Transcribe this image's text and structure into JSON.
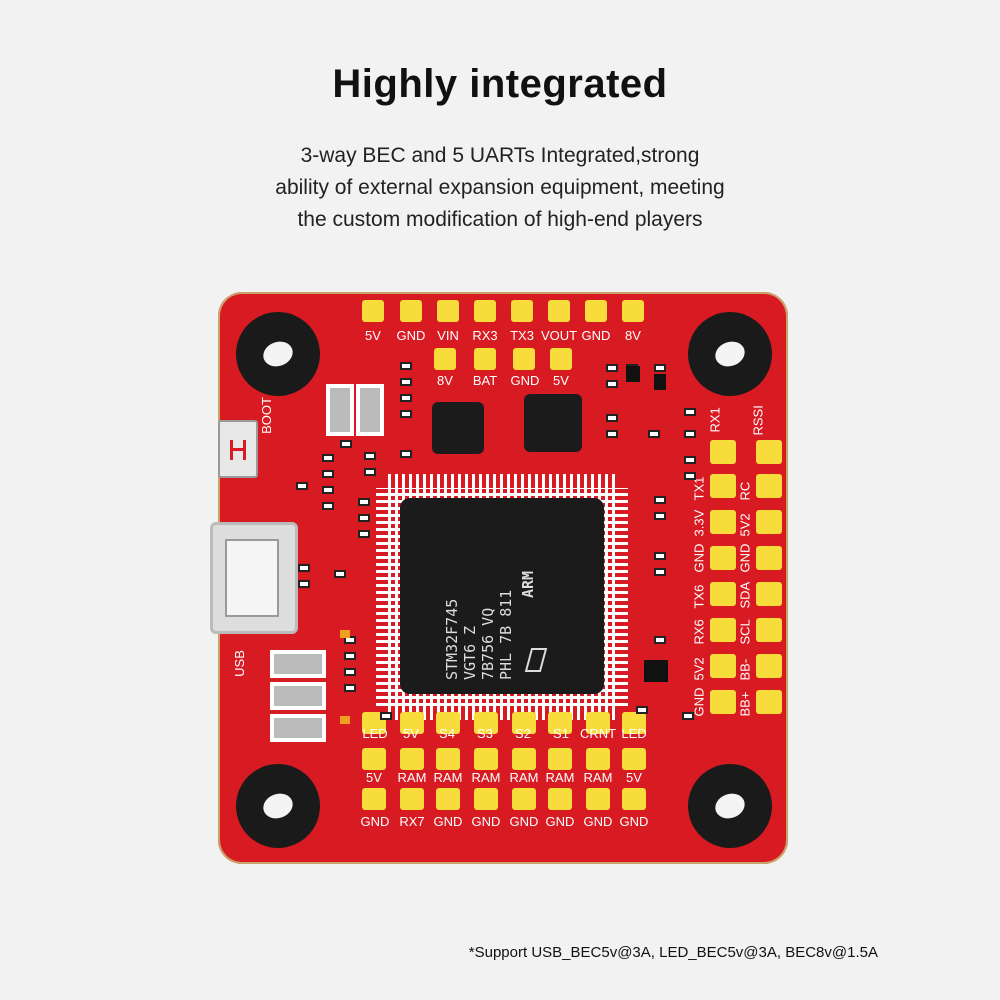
{
  "heading": "Highly integrated",
  "subtitle_lines": [
    "3-way BEC and 5 UARTs Integrated,strong",
    "ability of external expansion equipment, meeting",
    "the custom modification of high-end players"
  ],
  "footnote": "*Support USB_BEC5v@3A, LED_BEC5v@3A, BEC8v@1.5A",
  "board": {
    "top_pads": [
      "5V",
      "GND",
      "VIN",
      "RX3",
      "TX3",
      "VOUT",
      "GND",
      "8V"
    ],
    "second_pads": [
      "8V",
      "BAT",
      "GND",
      "5V"
    ],
    "left_labels": {
      "boot": "BOOT",
      "usb": "USB"
    },
    "right_col1": [
      "RX1",
      "TX1",
      "3.3V",
      "GND",
      "TX6",
      "RX6",
      "5V2",
      "GND"
    ],
    "right_col2": [
      "RSSI",
      "RC",
      "5V2",
      "GND",
      "SDA",
      "SCL",
      "BB-",
      "BB+"
    ],
    "bottom_row1": [
      "LED",
      "5V",
      "S4",
      "S3",
      "S2",
      "S1",
      "CRNT",
      "LED"
    ],
    "bottom_row2": [
      "5V",
      "RAM",
      "RAM",
      "RAM",
      "RAM",
      "RAM",
      "RAM",
      "5V"
    ],
    "bottom_row3": [
      "GND",
      "RX7",
      "GND",
      "GND",
      "GND",
      "GND",
      "GND",
      "GND"
    ],
    "mcu": {
      "line1": "STM32F745",
      "line2": "VGT6    Z",
      "line3": "7B756 VQ",
      "line4": "PHL 7B 811",
      "brand": "ARM"
    }
  },
  "colors": {
    "board": "#d81a22",
    "pad": "#f7dc3c",
    "chip": "#1b1b1b",
    "background": "#f2f2f2"
  }
}
